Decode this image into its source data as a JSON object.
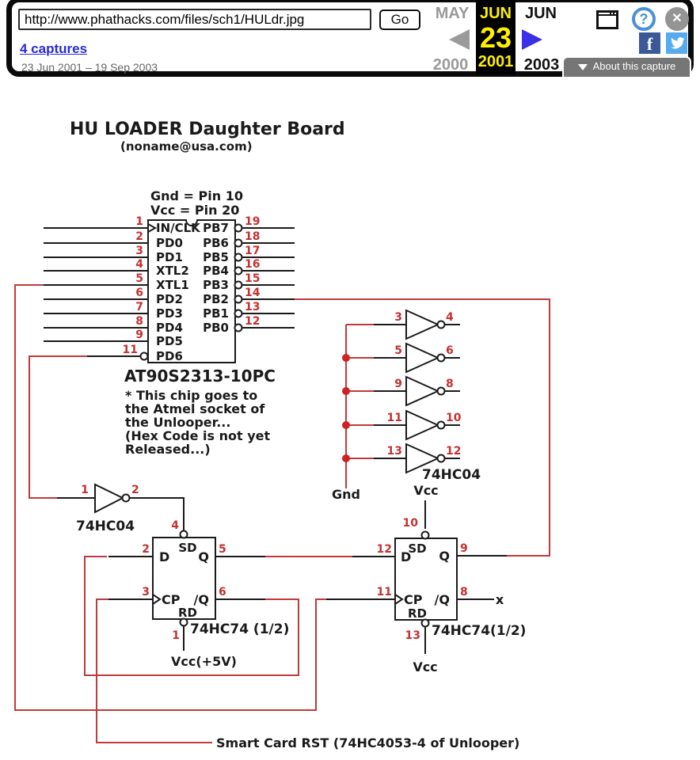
{
  "toolbar": {
    "url": "http://www.phathacks.com/files/sch1/HULdr.jpg",
    "go_label": "Go",
    "captures_link": "4 captures",
    "date_range": "23 Jun 2001 – 19 Sep 2003",
    "prev_month": "MAY",
    "current_month": "JUN",
    "next_month": "JUN",
    "day": "23",
    "prev_year": "2000",
    "current_year": "2001",
    "next_year": "2003",
    "about_label": "About this capture",
    "icons": {
      "help": "?",
      "close": "✕",
      "facebook": "f"
    },
    "colors": {
      "day_yellow": "#ffef00",
      "link_blue": "#2a2ad4",
      "facebook_blue": "#3b5998",
      "twitter_blue": "#55acee",
      "help_blue": "#4a90d9",
      "arrow_blue": "#3a30e8"
    }
  },
  "schematic": {
    "title": "HU LOADER Daughter Board",
    "subtitle": "(noname@usa.com)",
    "gnd_note": "Gnd = Pin 10",
    "vcc_note": "Vcc  = Pin 20",
    "wire_red": "#bf3a3a",
    "mcu": {
      "name": "AT90S2313-10PC",
      "left_pins": [
        {
          "num": "1",
          "label": "IN/CLK"
        },
        {
          "num": "2",
          "label": "PD0"
        },
        {
          "num": "3",
          "label": "PD1"
        },
        {
          "num": "4",
          "label": "XTL2"
        },
        {
          "num": "5",
          "label": "XTL1"
        },
        {
          "num": "6",
          "label": "PD2"
        },
        {
          "num": "7",
          "label": "PD3"
        },
        {
          "num": "8",
          "label": "PD4"
        },
        {
          "num": "9",
          "label": "PD5"
        },
        {
          "num": "11",
          "label": "PD6"
        }
      ],
      "right_pins": [
        {
          "num": "19",
          "label": "PB7"
        },
        {
          "num": "18",
          "label": "PB6"
        },
        {
          "num": "17",
          "label": "PB5"
        },
        {
          "num": "16",
          "label": "PB4"
        },
        {
          "num": "15",
          "label": "PB3"
        },
        {
          "num": "14",
          "label": "PB2"
        },
        {
          "num": "13",
          "label": "PB1"
        },
        {
          "num": "12",
          "label": "PB0"
        }
      ],
      "note1": "* This chip goes to",
      "note2": "the Atmel socket of",
      "note3": "the Unlooper...",
      "note_red1": "(Hex Code is not yet",
      "note_red2": "Released...)"
    },
    "inverter_left": {
      "label": "74HC04",
      "pin_in": "1",
      "pin_out": "2"
    },
    "hex_inverters": {
      "label": "74HC04",
      "gnd": "Gnd",
      "vcc": "Vcc",
      "gates": [
        {
          "in": "3",
          "out": "4"
        },
        {
          "in": "5",
          "out": "6"
        },
        {
          "in": "9",
          "out": "8"
        },
        {
          "in": "11",
          "out": "10"
        },
        {
          "in": "13",
          "out": "12"
        }
      ]
    },
    "ff1": {
      "label": "74HC74 (1/2)",
      "vcc_bottom": "Vcc(+5V)",
      "sd_lbl": "SD",
      "d_lbl": "D",
      "q_lbl": "Q",
      "cp_lbl": "CP",
      "nq_lbl": "/Q",
      "rd_lbl": "RD",
      "pin_d": "2",
      "pin_cp": "3",
      "pin_sd": "4",
      "pin_q": "5",
      "pin_nq": "6",
      "pin_rd": "1"
    },
    "ff2": {
      "label": "74HC74(1/2)",
      "vcc_top": "Vcc",
      "vcc_bottom": "Vcc",
      "sd_lbl": "SD",
      "d_lbl": "D",
      "q_lbl": "Q",
      "cp_lbl": "CP",
      "nq_lbl": "/Q",
      "rd_lbl": "RD",
      "pin_d": "12",
      "pin_cp": "11",
      "pin_sd": "10",
      "pin_q": "9",
      "pin_nq": "8",
      "pin_rd": "13",
      "nc_marker": "x"
    },
    "bottom_note": "Smart Card RST (74HC4053-4 of Unlooper)"
  }
}
